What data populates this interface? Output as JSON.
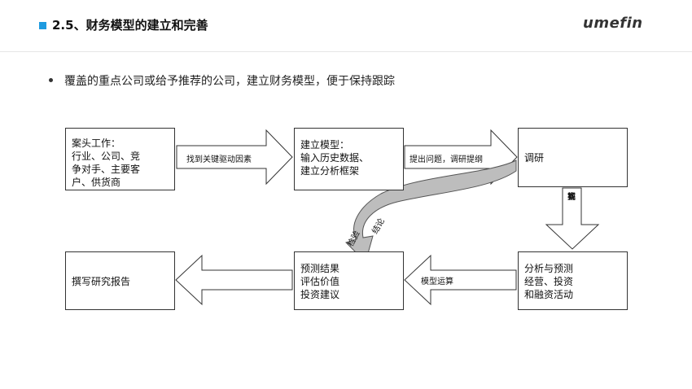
{
  "header": {
    "title": "2.5、财务模型的建立和完善",
    "logo": "umefin",
    "accent_color": "#1e9be0"
  },
  "bullet": {
    "text": "覆盖的重点公司或给予推荐的公司，建立财务模型，便于保持跟踪"
  },
  "boxes": {
    "desk_work": [
      "案头工作：",
      "行业、公司、竞",
      "争对手、主要客",
      "户、供货商"
    ],
    "build_model": [
      "建立模型：",
      "输入历史数据、",
      "建立分析框架"
    ],
    "research": [
      "调研"
    ],
    "analysis": [
      "分析与预测",
      "经营、投资",
      "和融资活动"
    ],
    "forecast": [
      "预测结果",
      "评估价值",
      "投资建议"
    ],
    "report": [
      "撰写研究报告"
    ]
  },
  "arrow_labels": {
    "find_drivers": "找到关键驱动因素",
    "raise_questions": "提出问题，调研提纲",
    "find_answers": [
      "找",
      "到",
      "答",
      "案"
    ],
    "model_run": "模型运算",
    "curve_a": "检验",
    "curve_b": "结论"
  }
}
